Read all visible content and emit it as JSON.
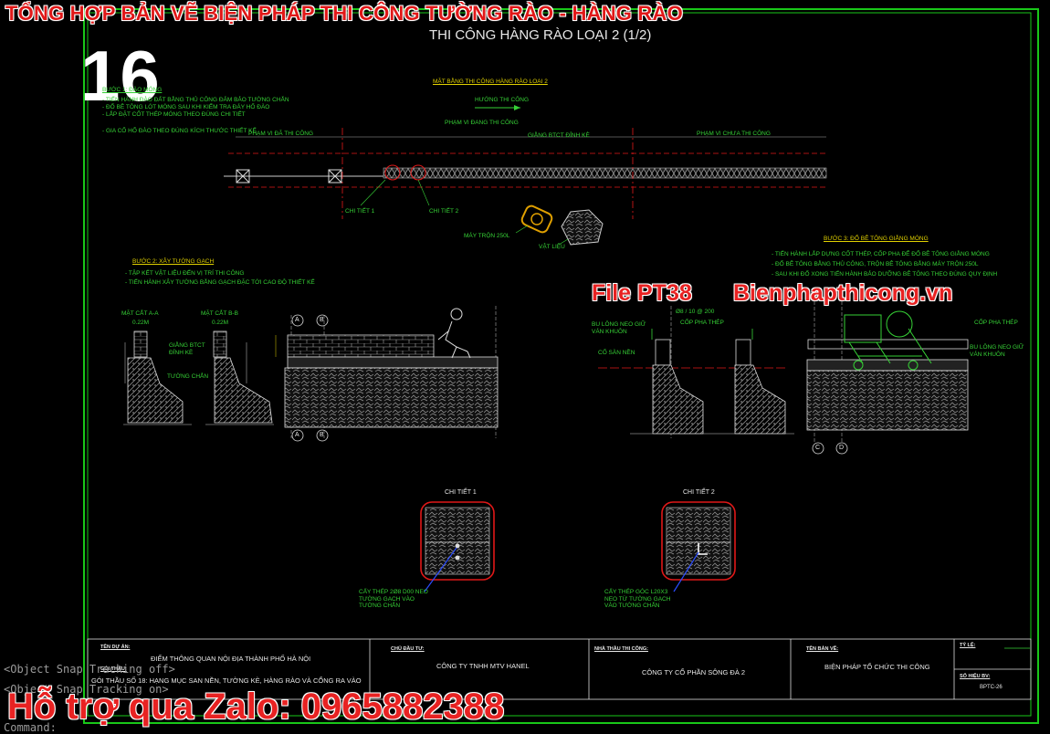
{
  "header": {
    "main_title": "TỔNG HỢP BẢN VẼ BIỆN PHÁP THI CÔNG TƯỜNG RÀO - HÀNG RÀO",
    "sheet_title": "THI CÔNG HÀNG RÀO LOẠI 2 (1/2)",
    "sheet_number": "16"
  },
  "drawing": {
    "step1_title": "BƯỚC 1: ĐÀO MÓNG",
    "step1_notes": [
      "- TIẾN HÀNH ĐÀO ĐẤT BẰNG THỦ CÔNG ĐẢM BẢO TƯỜNG CHẮN",
      "- ĐỔ BÊ TÔNG LÓT MÓNG SAU KHI KIỂM TRA ĐÁY HỐ ĐÀO",
      "- LẮP ĐẶT CỐT THÉP MÓNG THEO ĐÚNG CHI TIẾT",
      "- GIA CỐ HỐ ĐÀO THEO ĐÚNG KÍCH THƯỚC THIẾT KẾ"
    ],
    "plan_title": "MẶT BẰNG THI CÔNG HÀNG RÀO LOẠI 2",
    "direction_label": "HƯỚNG THI CÔNG",
    "zone_done": "PHẠM VI ĐÃ THI CÔNG",
    "zone_doing": "PHẠM VI ĐANG THI CÔNG",
    "zone_todo": "PHẠM VI CHƯA THI CÔNG",
    "beam_label": "GIẰNG BTCT ĐỈNH KÈ",
    "detail1_ref": "CHI TIẾT 1",
    "detail2_ref": "CHI TIẾT 2",
    "mixer_label": "MÁY TRỘN 250L",
    "material_label": "VẬT LIỆU",
    "step2_title": "BƯỚC 2: XÂY TƯỜNG GẠCH",
    "step2_notes": [
      "- TẬP KẾT VẬT LIỆU ĐẾN VỊ TRÍ THI CÔNG",
      "- TIẾN HÀNH XÂY TƯỜNG BẰNG GẠCH ĐẶC TỚI CAO ĐỘ THIẾT KẾ"
    ],
    "section_aa": "MẶT CẮT A-A",
    "section_bb": "MẶT CẮT B-B",
    "width_aa": "0.22M",
    "width_bb": "0.22M",
    "beam_label2": "GIẰNG BTCT ĐỈNH KÈ",
    "retaining_wall": "TƯỜNG CHẮN",
    "grid_a": "A",
    "grid_b": "B",
    "grid_c": "C",
    "grid_d": "D",
    "step3_title": "BƯỚC 3: ĐỔ BÊ TÔNG GIẰNG MÓNG",
    "step3_notes": [
      "- TIẾN HÀNH LẮP DỰNG CỐT THÉP, CỐP PHA ĐỂ ĐỔ BÊ TÔNG GIẰNG MÓNG",
      "- ĐỔ BÊ TÔNG BẰNG THỦ CÔNG, TRỘN BÊ TÔNG BẰNG MÁY TRỘN 250L",
      "- SAU KHI ĐỔ XONG TIẾN HÀNH BẢO DƯỠNG BÊ TÔNG THEO ĐÚNG QUY ĐỊNH"
    ],
    "rebar_label": "Ø8 / 10 @ 200",
    "bolt_label": "BU LÔNG NEO GIỮ VÁN KHUÔN",
    "formwork_label": "CỐP PHA THÉP",
    "floor_level": "CỐ SÀN NỀN",
    "detail1_title": "CHI TIẾT 1",
    "detail2_title": "CHI TIẾT 2",
    "detail1_note": "CẤY THÉP 2Ø8 D00 NEO TƯỜNG GẠCH VÀO TƯỜNG CHẮN",
    "detail2_note": "CẤY THÉP GÓC L20X3 NEO TỪ TƯỜNG GẠCH VÀO TƯỜNG CHẮN"
  },
  "watermark": {
    "file_code": "File PT38",
    "website": "Bienphapthicong.vn",
    "zalo": "Hỗ trợ qua Zalo: 0965882388"
  },
  "title_block": {
    "project_label": "TÊN DỰ ÁN:",
    "project_name": "ĐIỂM THÔNG QUAN NỘI ĐỊA THÀNH PHỐ HÀ NỘI",
    "package_label": "GÓI THẦU:",
    "package_name": "GÓI THẦU SỐ 18: HẠNG MỤC SAN NỀN, TƯỜNG KÈ, HÀNG RÀO VÀ CỔNG RA VÀO",
    "owner_label": "CHỦ ĐẦU TƯ:",
    "owner_name": "CÔNG TY TNHH MTV HANEL",
    "contractor_label": "NHÀ THẦU THI CÔNG:",
    "contractor_name": "CÔNG TY CỔ PHẦN SÔNG ĐÀ 2",
    "drawing_label": "TÊN BẢN VẼ:",
    "drawing_name": "BIỆN PHÁP TỔ CHỨC THI CÔNG",
    "scale_label": "TỶ LỆ:",
    "sheet_label": "SỐ HIỆU BV:",
    "sheet_code": "BPTC-26"
  },
  "command_line": {
    "line1": "<Object Snap Tracking off>",
    "line2": "<Object Snap Tracking on>",
    "line3": "Command:"
  },
  "colors": {
    "background": "#000000",
    "frame_green": "#19c819",
    "red": "#e01818",
    "text_green": "#36d136",
    "yellow": "#e0d000"
  }
}
